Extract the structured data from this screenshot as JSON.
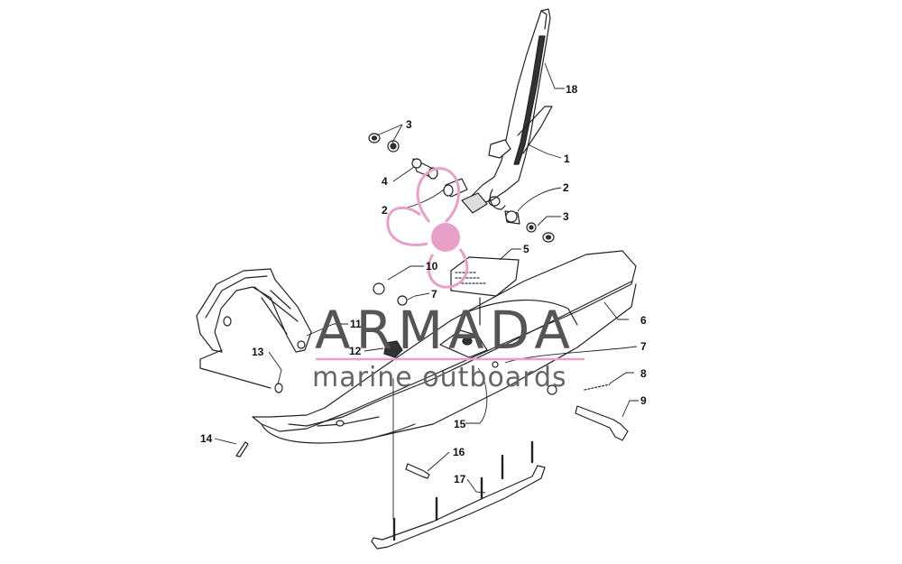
{
  "diagram": {
    "callouts": [
      {
        "id": "c1",
        "label": "1"
      },
      {
        "id": "c2a",
        "label": "2"
      },
      {
        "id": "c2b",
        "label": "2"
      },
      {
        "id": "c3a",
        "label": "3"
      },
      {
        "id": "c3b",
        "label": "3"
      },
      {
        "id": "c4",
        "label": "4"
      },
      {
        "id": "c5",
        "label": "5"
      },
      {
        "id": "c6",
        "label": "6"
      },
      {
        "id": "c7a",
        "label": "7"
      },
      {
        "id": "c7b",
        "label": "7"
      },
      {
        "id": "c8",
        "label": "8"
      },
      {
        "id": "c9",
        "label": "9"
      },
      {
        "id": "c10",
        "label": "10"
      },
      {
        "id": "c11",
        "label": "11"
      },
      {
        "id": "c12",
        "label": "12"
      },
      {
        "id": "c13",
        "label": "13"
      },
      {
        "id": "c14",
        "label": "14"
      },
      {
        "id": "c15",
        "label": "15"
      },
      {
        "id": "c16",
        "label": "16"
      },
      {
        "id": "c17",
        "label": "17"
      },
      {
        "id": "c18",
        "label": "18"
      }
    ]
  },
  "watermark": {
    "title": "ARMADA",
    "subtitle": "marine outboards",
    "accent_color": "#e8a0c8",
    "text_color": "#555555"
  }
}
